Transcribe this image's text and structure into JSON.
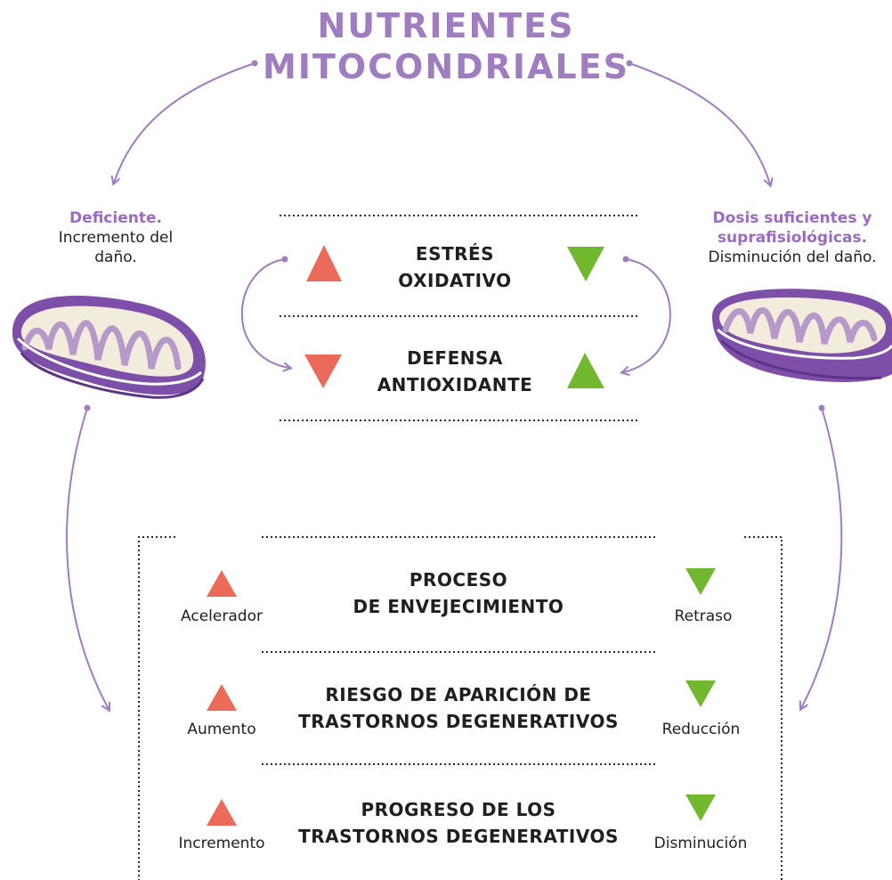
{
  "title": {
    "line1": "NUTRIENTES",
    "line2": "MITOCONDRIALES"
  },
  "left": {
    "heading": "Deficiente.",
    "line1": "Incremento del",
    "line2": "daño."
  },
  "right": {
    "heading_line1": "Dosis suficientes y",
    "heading_line2": "suprafisiológicas.",
    "line1": "Disminución del daño."
  },
  "top_box": {
    "row1": {
      "line1": "ESTRÉS",
      "line2": "OXIDATIVO",
      "left_indicator": "up",
      "right_indicator": "down"
    },
    "row2": {
      "line1": "DEFENSA",
      "line2": "ANTIOXIDANTE",
      "left_indicator": "down",
      "right_indicator": "up"
    }
  },
  "bottom_box": {
    "rows": [
      {
        "line1": "PROCESO",
        "line2": "DE ENVEJECIMIENTO",
        "left_label": "Acelerador",
        "right_label": "Retraso",
        "left_indicator": "up",
        "right_indicator": "down"
      },
      {
        "line1": "RIESGO DE APARICIÓN DE",
        "line2": "TRASTORNOS DEGENERATIVOS",
        "left_label": "Aumento",
        "right_label": "Reducción",
        "left_indicator": "up",
        "right_indicator": "down"
      },
      {
        "line1": "PROGRESO DE LOS",
        "line2": "TRASTORNOS DEGENERATIVOS",
        "left_label": "Incremento",
        "right_label": "Disminución",
        "left_indicator": "up",
        "right_indicator": "down"
      }
    ]
  },
  "colors": {
    "purple": "#a07cc0",
    "purple_dark": "#7b4fa6",
    "increase_red": "#ec6a5a",
    "decrease_green": "#72b82f",
    "mito_outer": "#7e4fa8",
    "mito_inner": "#f2ecdc"
  },
  "icons": [
    "mitochondrion-icon",
    "up-triangle-icon",
    "down-triangle-icon"
  ]
}
